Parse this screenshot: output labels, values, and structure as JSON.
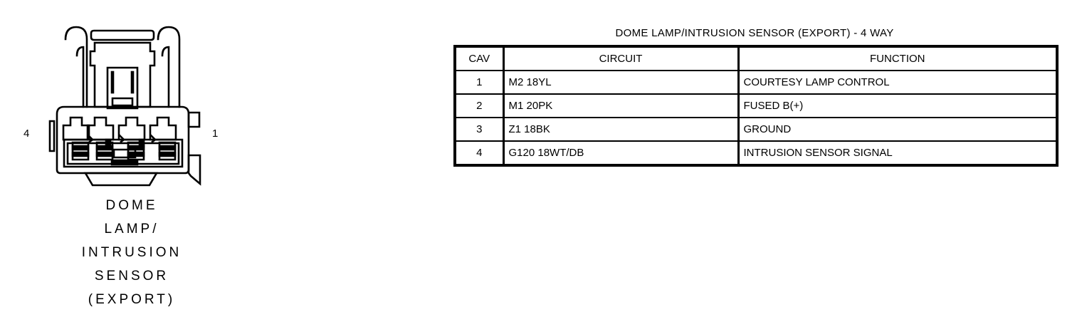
{
  "connector": {
    "pin_left_label": "4",
    "pin_right_label": "1",
    "caption_lines": [
      "DOME",
      "LAMP/",
      "INTRUSION",
      "SENSOR",
      "(EXPORT)"
    ],
    "cavity_count": 4,
    "ink_color": "#000000",
    "background_color": "#ffffff"
  },
  "table": {
    "title": "DOME LAMP/INTRUSION SENSOR (EXPORT) - 4 WAY",
    "headers": [
      "CAV",
      "CIRCUIT",
      "FUNCTION"
    ],
    "rows": [
      {
        "cav": "1",
        "circuit": "M2 18YL",
        "function": "COURTESY LAMP CONTROL"
      },
      {
        "cav": "2",
        "circuit": "M1 20PK",
        "function": "FUSED B(+)"
      },
      {
        "cav": "3",
        "circuit": "Z1 18BK",
        "function": "GROUND"
      },
      {
        "cav": "4",
        "circuit": "G120 18WT/DB",
        "function": "INTRUSION SENSOR SIGNAL"
      }
    ]
  }
}
